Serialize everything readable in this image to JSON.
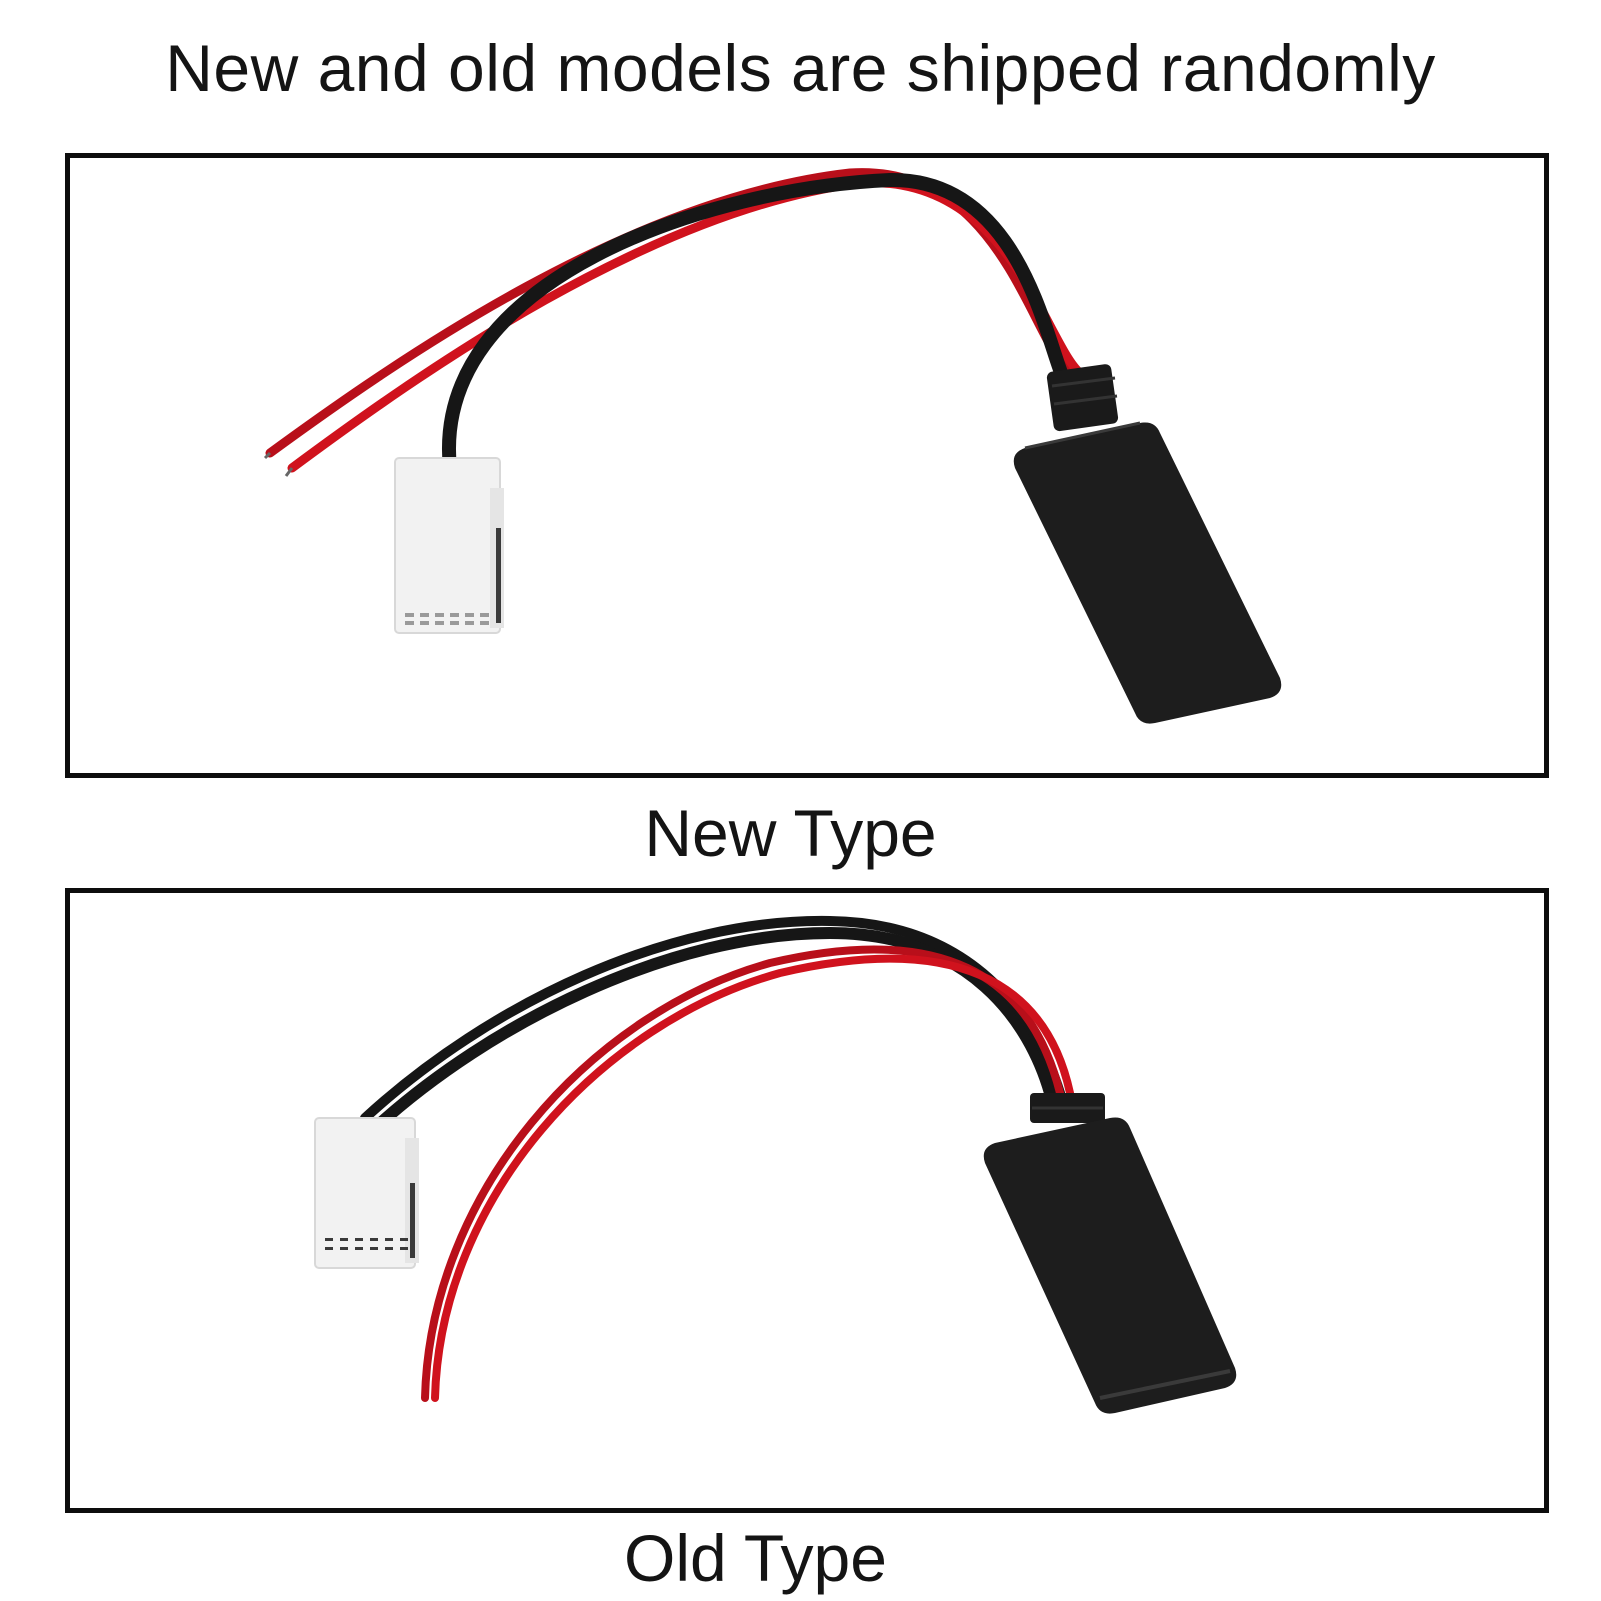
{
  "headline": "New and old models are shipped randomly",
  "panels": [
    {
      "caption": "New Type",
      "items": [
        "bare-wire-leads",
        "white-connector-plug",
        "bluetooth-module"
      ]
    },
    {
      "caption": "Old Type",
      "items": [
        "bare-wire-leads",
        "white-connector-plug",
        "bluetooth-module"
      ]
    }
  ],
  "colors": {
    "wire_red": "#d0121d",
    "wire_black": "#161616",
    "module_black": "#1d1d1d",
    "connector_white": "#f2f2f2",
    "frame": "#0d0d0d"
  }
}
